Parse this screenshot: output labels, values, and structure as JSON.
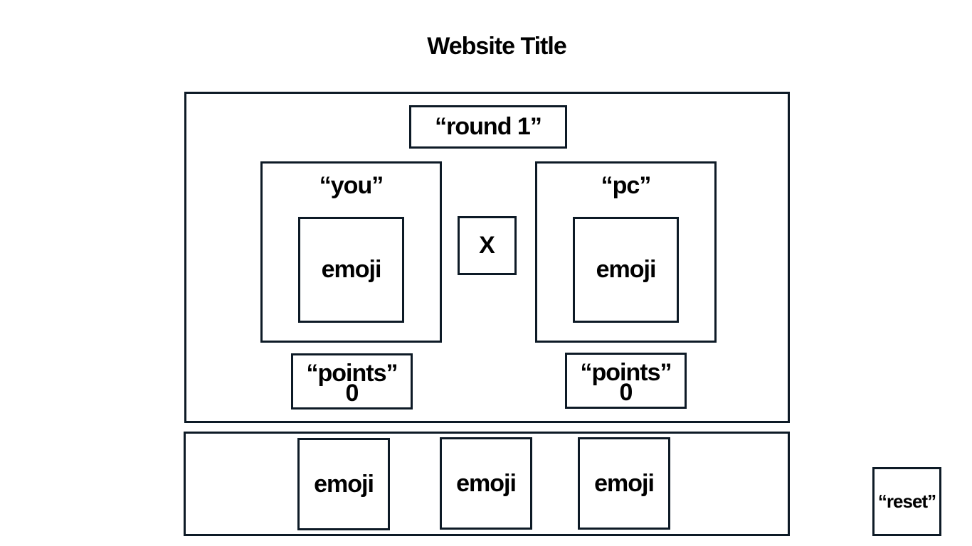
{
  "header": {
    "title": "Website Title"
  },
  "game": {
    "round_label": "“round 1”",
    "versus_symbol": "X",
    "player": {
      "label": "“you”",
      "choice": "emoji",
      "points_label": "“points”",
      "points_value": "0"
    },
    "computer": {
      "label": "“pc”",
      "choice": "emoji",
      "points_label": "“points”",
      "points_value": "0"
    }
  },
  "options": [
    {
      "label": "emoji"
    },
    {
      "label": "emoji"
    },
    {
      "label": "emoji"
    }
  ],
  "controls": {
    "reset_label": "“reset”"
  },
  "colors": {
    "border": "#0d1a26",
    "text": "#000000",
    "background": "#ffffff"
  }
}
